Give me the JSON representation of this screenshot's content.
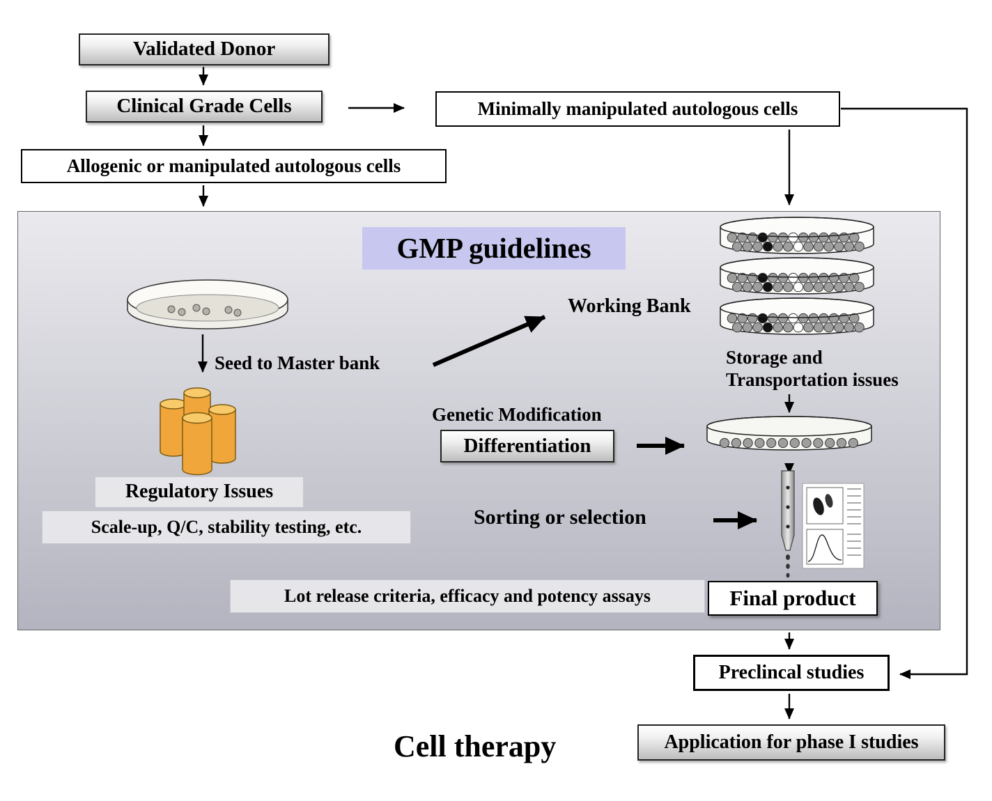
{
  "labels": {
    "validated_donor": "Validated Donor",
    "clinical_grade_cells": "Clinical Grade Cells",
    "minimally_manipulated": "Minimally manipulated autologous cells",
    "allogenic_cells": "Allogenic or manipulated autologous cells",
    "gmp_title": "GMP guidelines",
    "working_bank": "Working Bank",
    "seed_to_master_bank": "Seed to Master bank",
    "storage": "Storage and\nTransportation issues",
    "genetic_modification": "Genetic Modification",
    "differentiation": "Differentiation",
    "regulatory_issues": "Regulatory Issues",
    "scale_up": "Scale-up, Q/C, stability testing, etc.",
    "sorting_or_selection": "Sorting or selection",
    "lot_release": "Lot release criteria, efficacy and potency assays",
    "final_product": "Final product",
    "preclinical_studies": "Preclincal studies",
    "application_phase1": "Application for phase I studies",
    "cell_therapy": "Cell therapy"
  },
  "colors": {
    "gmp_title_bg": "#c7c7ef",
    "cylinder_fill": "#f0a63a",
    "panel_gradient_top": "#eaeaee",
    "panel_gradient_bottom": "#b4b4c0",
    "cell_gray": "#9e9e9e",
    "cell_black": "#111111",
    "cell_white": "#ffffff"
  },
  "edges": [
    [
      "validated_donor",
      "clinical_grade_cells"
    ],
    [
      "clinical_grade_cells",
      "minimally_manipulated"
    ],
    [
      "clinical_grade_cells",
      "allogenic_cells"
    ],
    [
      "allogenic_cells",
      "gmp_guidelines_panel"
    ],
    [
      "minimally_manipulated",
      "gmp_guidelines_panel"
    ],
    [
      "petri_dish",
      "master_bank_cylinders"
    ],
    [
      "seed_to_master_bank",
      "working_bank"
    ],
    [
      "storage_stack",
      "differentiated_dish"
    ],
    [
      "differentiation",
      "differentiated_dish"
    ],
    [
      "differentiated_dish",
      "cell_sorter"
    ],
    [
      "sorting_or_selection",
      "cell_sorter"
    ],
    [
      "final_product",
      "preclinical_studies"
    ],
    [
      "preclinical_studies",
      "application_phase1"
    ],
    [
      "minimally_manipulated",
      "preclinical_studies"
    ]
  ]
}
